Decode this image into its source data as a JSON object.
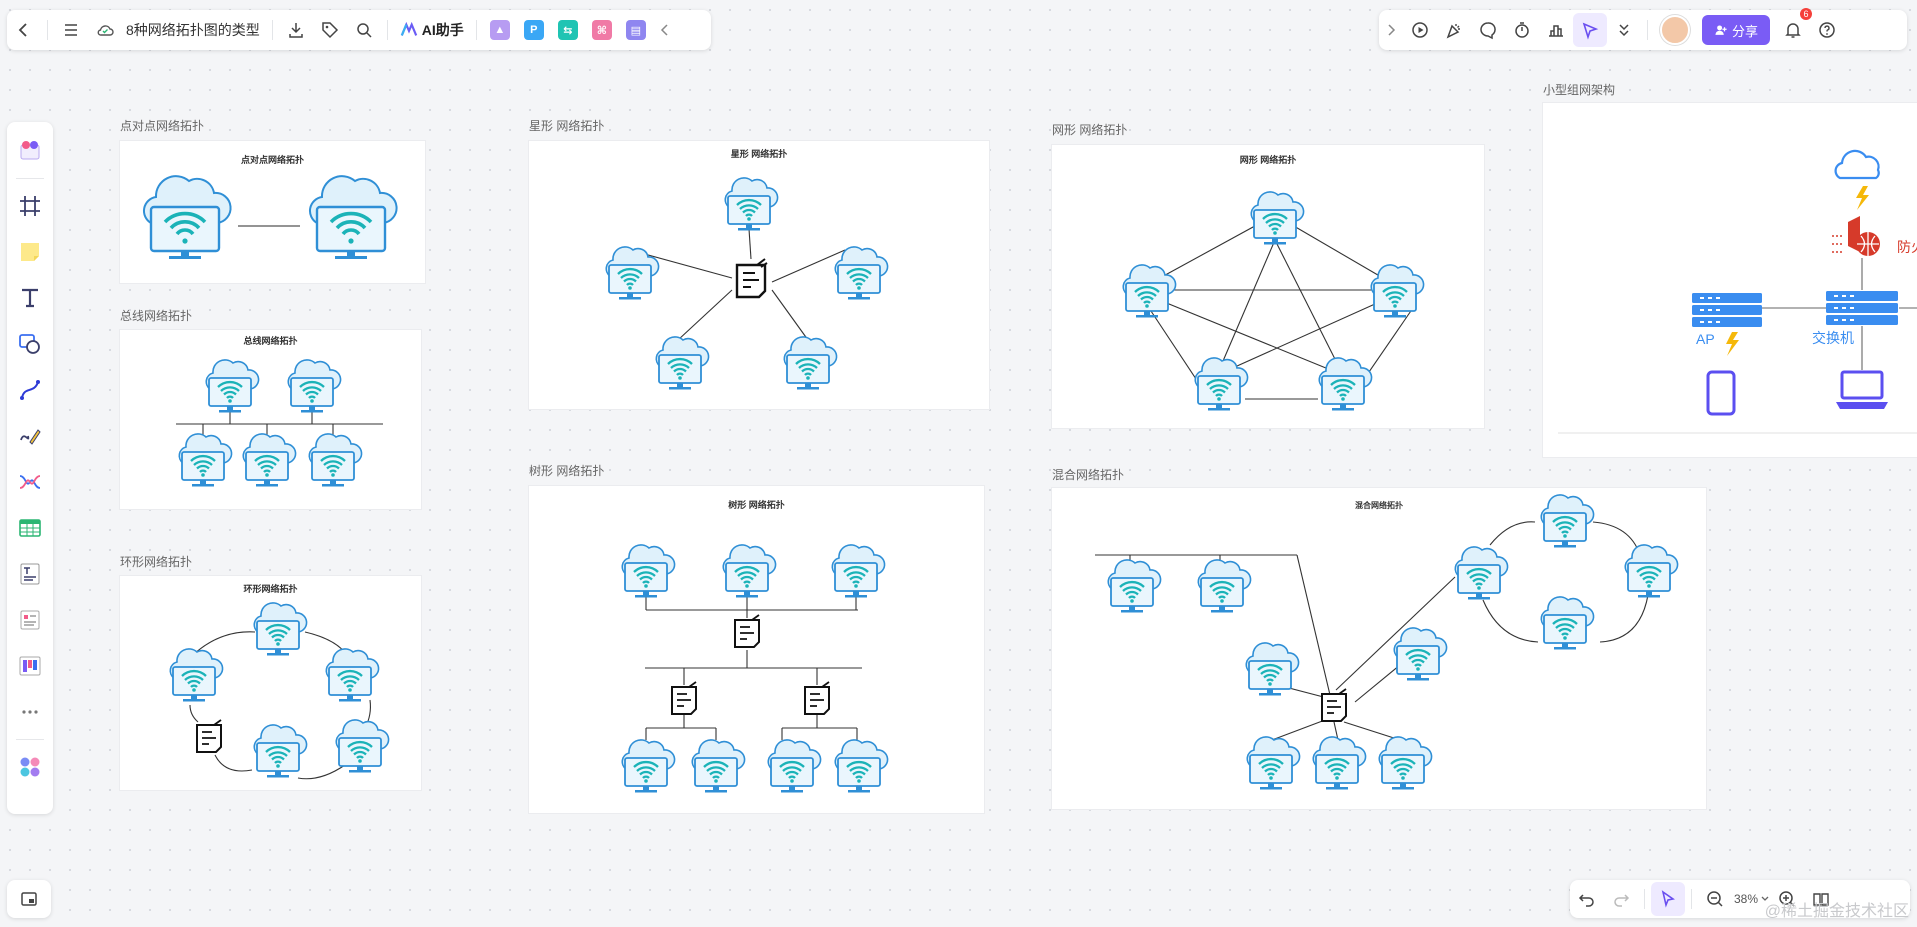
{
  "doc": {
    "title": "8种网络拓扑图的类型"
  },
  "toolbar": {
    "ai_label": "AI助手",
    "share_label": "分享",
    "notification_count": "6"
  },
  "bottom": {
    "zoom": "38%"
  },
  "watermark": "@稀土掘金技术社区",
  "frames": {
    "p2p": {
      "label": "点对点网络拓扑",
      "title": "点对点网络拓扑"
    },
    "star": {
      "label": "星形 网络拓扑",
      "title": "星形 网络拓扑"
    },
    "mesh": {
      "label": "网形 网络拓扑",
      "title": "网形 网络拓扑"
    },
    "small": {
      "label": "小型组网架构",
      "ap": "AP",
      "switch": "交换机",
      "firewall": "防火"
    },
    "bus": {
      "label": "总线网络拓扑",
      "title": "总线网络拓扑"
    },
    "tree": {
      "label": "树形 网络拓扑",
      "title": "树形 网络拓扑"
    },
    "ring": {
      "label": "环形网络拓扑",
      "title": "环形网络拓扑"
    },
    "hybrid": {
      "label": "混合网络拓扑",
      "title": "混合网络拓扑"
    }
  },
  "colors": {
    "accent": "#7a5cf5",
    "network_blue": "#2f8fd6",
    "network_teal": "#1bb3b8"
  }
}
